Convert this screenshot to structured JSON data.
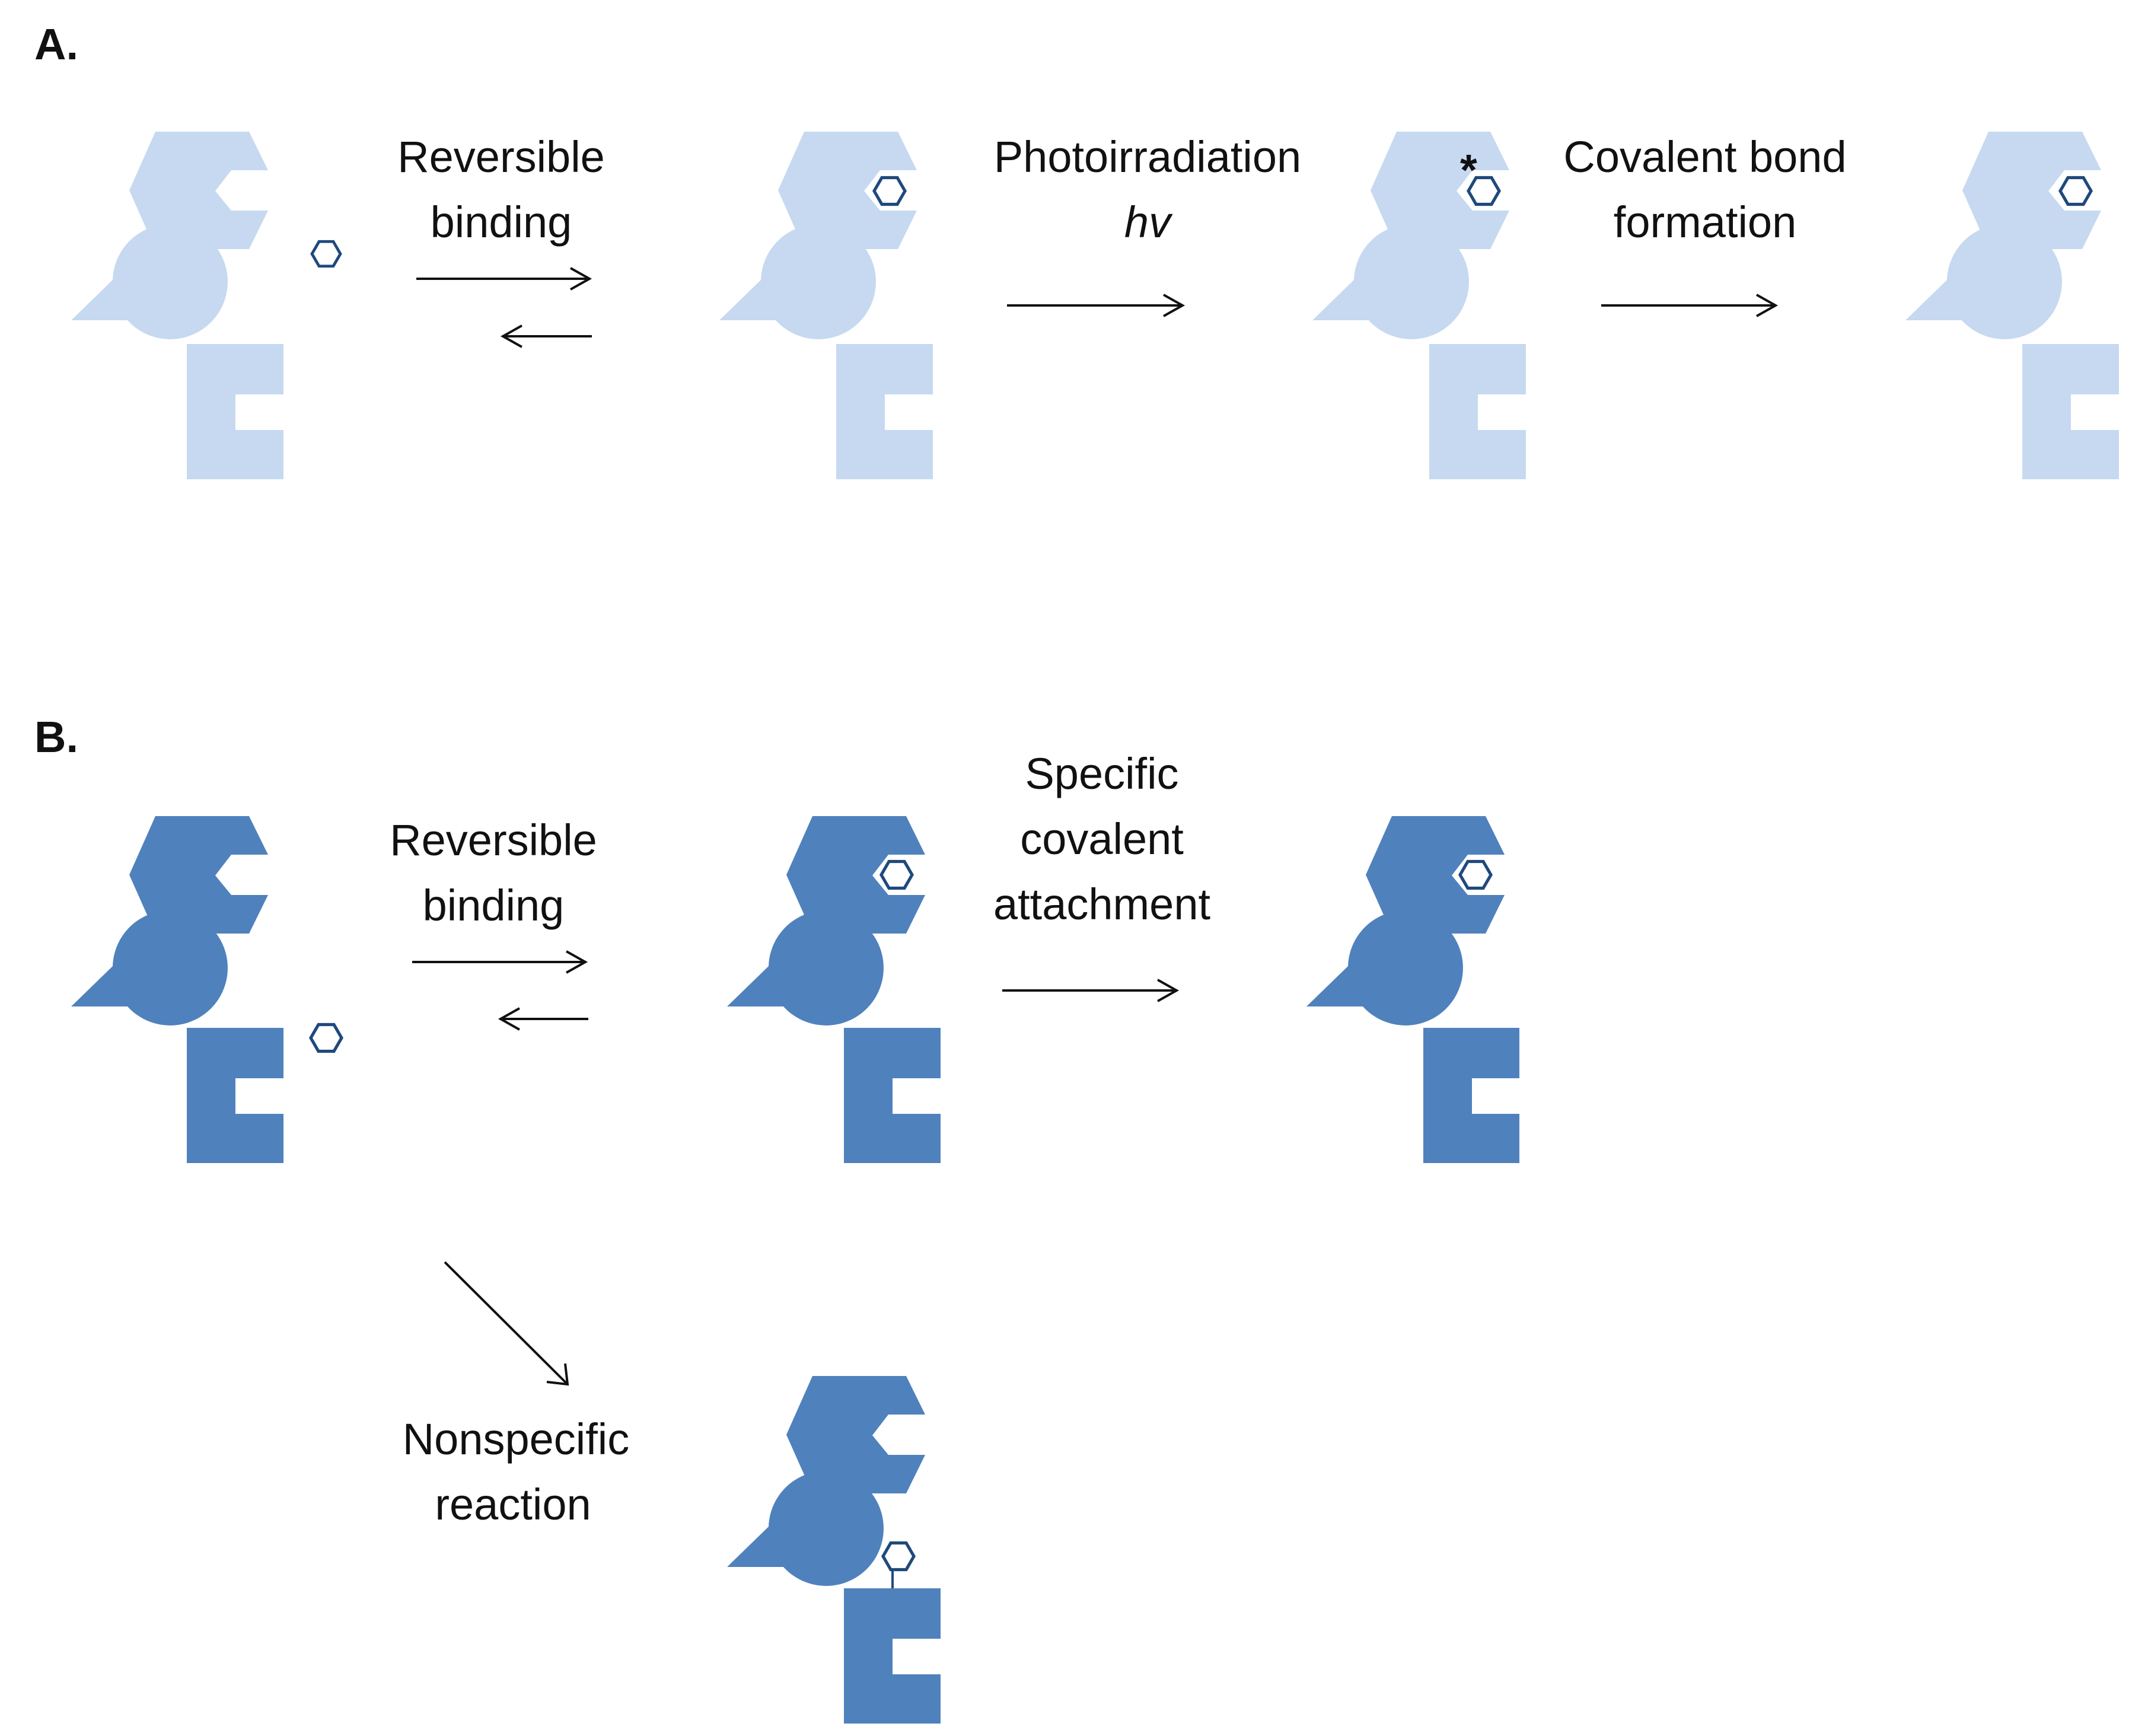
{
  "panels": {
    "a": {
      "label": "A.",
      "color": "#c6d9f0",
      "steps": {
        "reversible": [
          "Reversible",
          "binding"
        ],
        "photo": [
          "Photoirradiation",
          "hv"
        ],
        "covalent": [
          "Covalent bond",
          "formation"
        ]
      },
      "activated_marker": "*"
    },
    "b": {
      "label": "B.",
      "color": "#4f81bd",
      "steps": {
        "reversible": [
          "Reversible",
          "binding"
        ],
        "specific": [
          "Specific",
          "covalent",
          "attachment"
        ],
        "nonspecific": [
          "Nonspecific",
          "reaction"
        ]
      }
    }
  },
  "ligand_stroke": "#1f497d"
}
